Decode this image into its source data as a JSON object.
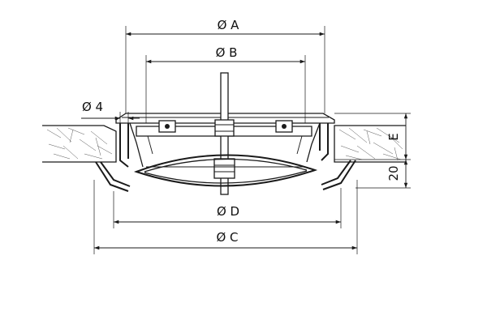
{
  "labels": {
    "dia_a": "Ø A",
    "dia_b": "Ø B",
    "dia_4": "Ø 4",
    "dia_d": "Ø D",
    "dia_c": "Ø C",
    "dim_e": "E",
    "dim_20": "20"
  }
}
